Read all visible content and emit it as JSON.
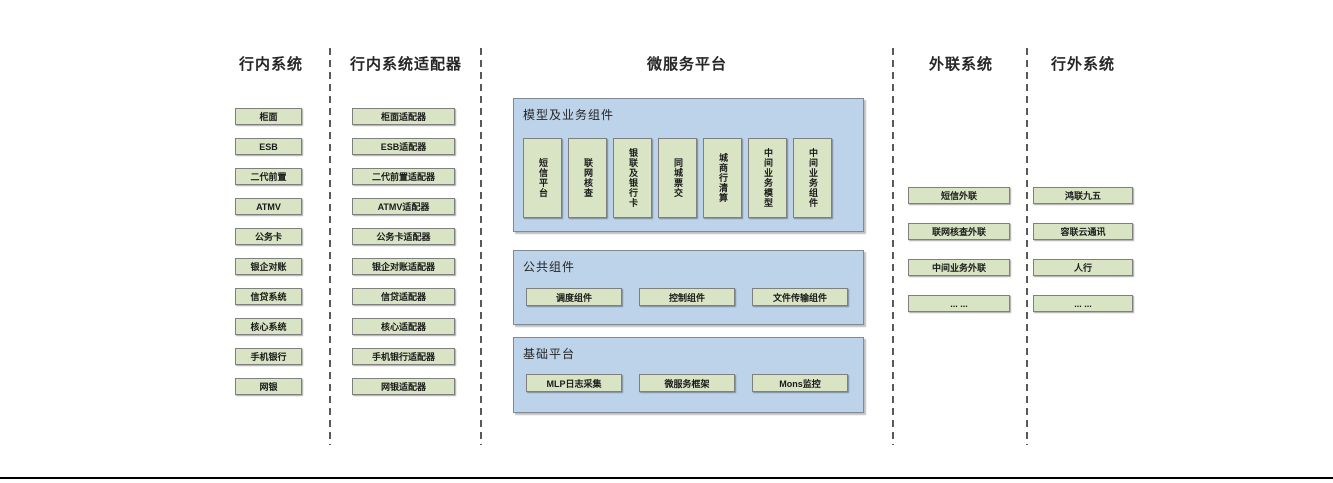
{
  "diagram": {
    "columns": [
      {
        "header": "行内系统",
        "items": [
          "柜面",
          "ESB",
          "二代前置",
          "ATMV",
          "公务卡",
          "银企对账",
          "信贷系统",
          "核心系统",
          "手机银行",
          "网银"
        ]
      },
      {
        "header": "行内系统适配器",
        "items": [
          "柜面适配器",
          "ESB适配器",
          "二代前置适配器",
          "ATMV适配器",
          "公务卡适配器",
          "银企对账适配器",
          "信贷适配器",
          "核心适配器",
          "手机银行适配器",
          "网银适配器"
        ]
      },
      {
        "header": "微服务平台",
        "panels": [
          {
            "title": "模型及业务组件",
            "items": [
              "短信平台",
              "联网核查",
              "银联及银行卡",
              "同城票交",
              "城商行清算",
              "中间业务模型",
              "中间业务组件"
            ]
          },
          {
            "title": "公共组件",
            "items": [
              "调度组件",
              "控制组件",
              "文件传输组件"
            ]
          },
          {
            "title": "基础平台",
            "items": [
              "MLP日志采集",
              "微服务框架",
              "Mons监控"
            ]
          }
        ]
      },
      {
        "header": "外联系统",
        "items": [
          "短信外联",
          "联网核查外联",
          "中间业务外联",
          "... ..."
        ]
      },
      {
        "header": "行外系统",
        "items": [
          "鸿联九五",
          "容联云通讯",
          "人行",
          "... ..."
        ]
      }
    ],
    "colors": {
      "panel_blue": "#bdd3ea",
      "box_green": "#d8e4c4",
      "box_border": "#7f7f7f",
      "dash_line": "#595959"
    }
  }
}
